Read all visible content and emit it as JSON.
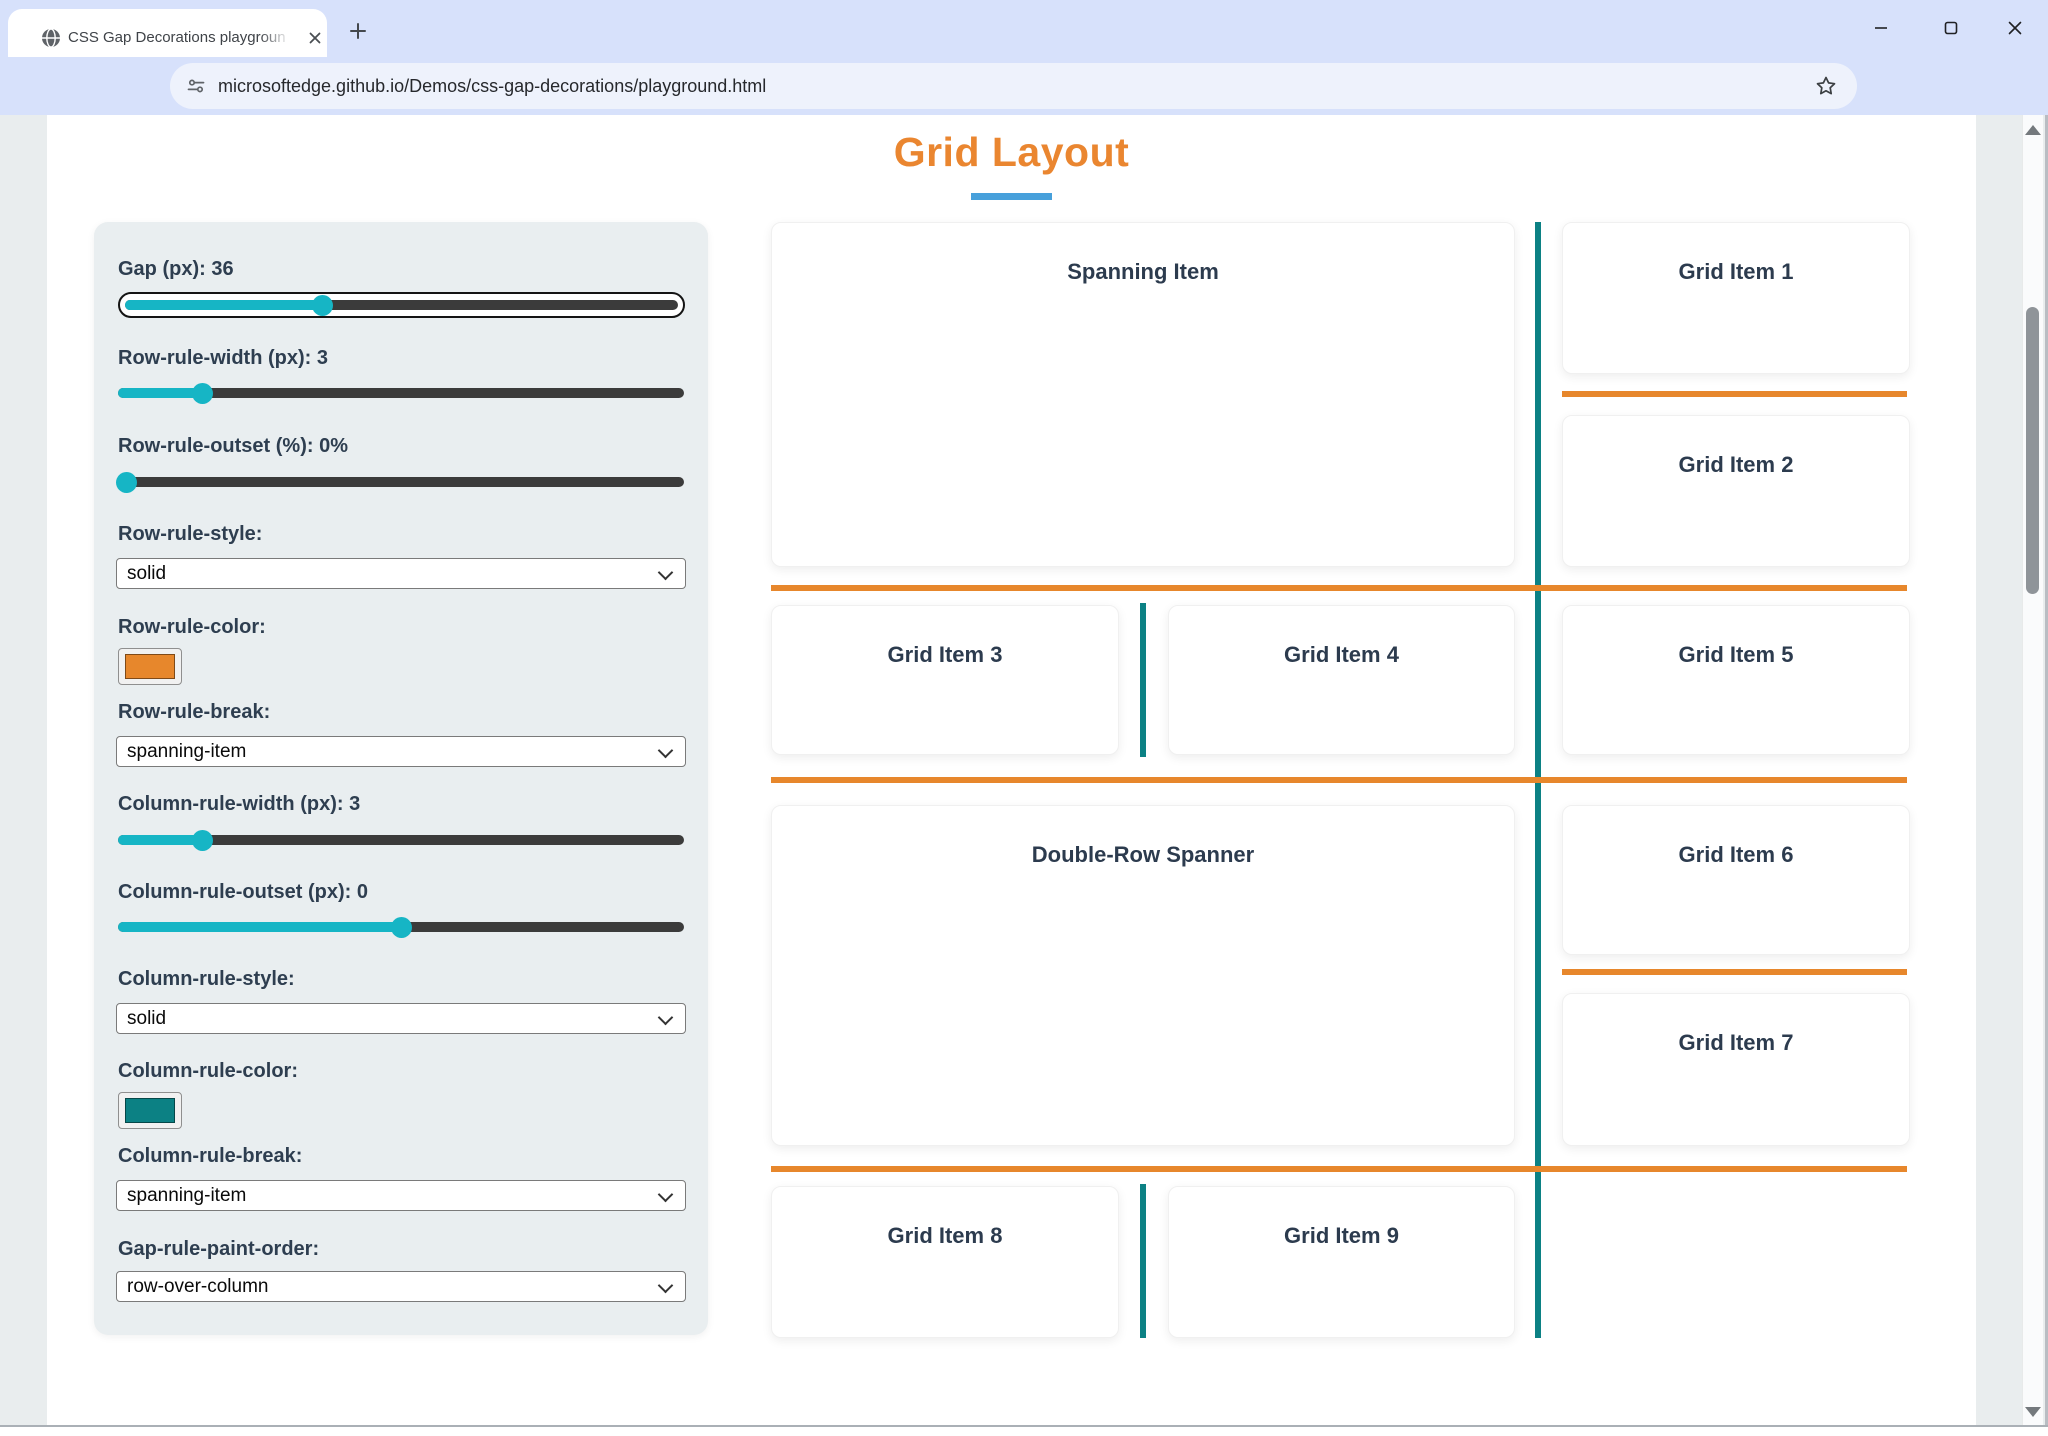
{
  "browser": {
    "tab_title": "CSS Gap Decorations playgroun",
    "url": "microsoftedge.github.io/Demos/css-gap-decorations/playground.html"
  },
  "page": {
    "title": "Grid Layout"
  },
  "panel": {
    "gap": {
      "label": "Gap (px): 36",
      "pct": "36%"
    },
    "row_rule_width": {
      "label": "Row-rule-width (px): 3",
      "pct": "15%"
    },
    "row_rule_outset": {
      "label": "Row-rule-outset (%): 0%",
      "pct": "1.5%"
    },
    "row_rule_style": {
      "label": "Row-rule-style:",
      "value": "solid"
    },
    "row_rule_color": {
      "label": "Row-rule-color:",
      "value": "#E7872C"
    },
    "row_rule_break": {
      "label": "Row-rule-break:",
      "value": "spanning-item"
    },
    "column_rule_width": {
      "label": "Column-rule-width (px): 3",
      "pct": "15%"
    },
    "column_rule_outset": {
      "label": "Column-rule-outset (px): 0",
      "pct": "50%"
    },
    "column_rule_style": {
      "label": "Column-rule-style:",
      "value": "solid"
    },
    "column_rule_color": {
      "label": "Column-rule-color:",
      "value": "#0C8184"
    },
    "column_rule_break": {
      "label": "Column-rule-break:",
      "value": "spanning-item"
    },
    "gap_rule_paint_order": {
      "label": "Gap-rule-paint-order:",
      "value": "row-over-column"
    }
  },
  "grid": {
    "items": [
      {
        "label": "Spanning Item"
      },
      {
        "label": "Grid Item 1"
      },
      {
        "label": "Grid Item 2"
      },
      {
        "label": "Grid Item 3"
      },
      {
        "label": "Grid Item 4"
      },
      {
        "label": "Grid Item 5"
      },
      {
        "label": "Double-Row Spanner"
      },
      {
        "label": "Grid Item 6"
      },
      {
        "label": "Grid Item 7"
      },
      {
        "label": "Grid Item 8"
      },
      {
        "label": "Grid Item 9"
      }
    ]
  },
  "colors": {
    "rule_orange": "#E7872C",
    "rule_teal": "#0C8184",
    "slider_teal": "#16B5C5",
    "title_orange": "#EA8630",
    "title_underline": "#47A0DB"
  }
}
